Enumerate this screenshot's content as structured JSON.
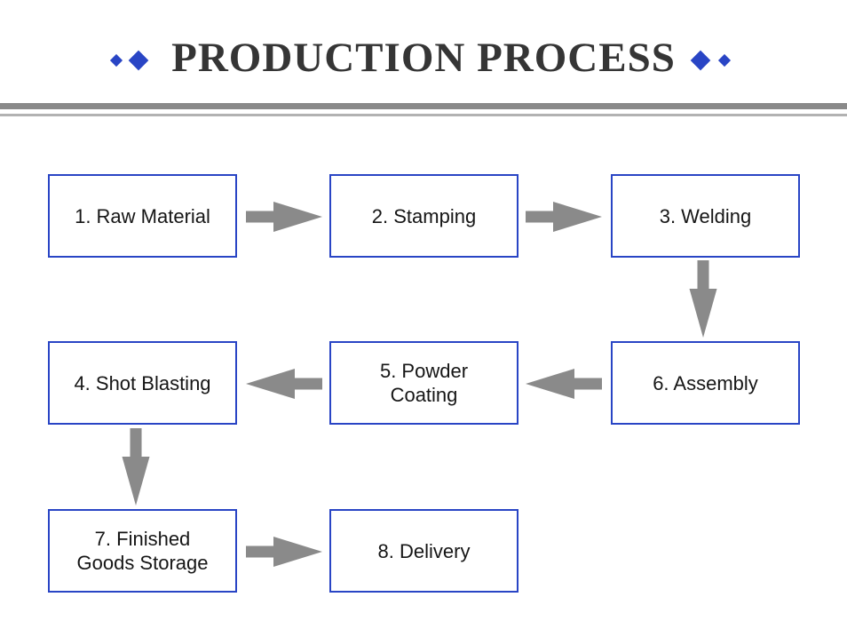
{
  "slide": {
    "title": "PRODUCTION PROCESS",
    "decorations": {
      "left_diamonds": [
        "small",
        "large"
      ],
      "right_diamonds": [
        "large",
        "small"
      ]
    }
  },
  "colors": {
    "accent_blue": "#2945C5",
    "arrow_gray": "#8A8A8A",
    "divider_gray": "#8A8A8A",
    "divider_light_gray": "#B2B2B2",
    "title_text": "#353535",
    "box_text": "#161616"
  },
  "flowchart": {
    "boxes": [
      {
        "id": "1",
        "label": "1. Raw Material"
      },
      {
        "id": "2",
        "label": "2. Stamping"
      },
      {
        "id": "3",
        "label": "3. Welding"
      },
      {
        "id": "4",
        "label": "4. Shot Blasting"
      },
      {
        "id": "5",
        "label": "5. Powder\nCoating"
      },
      {
        "id": "6",
        "label": "6. Assembly"
      },
      {
        "id": "7",
        "label": "7. Finished\nGoods Storage"
      },
      {
        "id": "8",
        "label": "8. Delivery"
      }
    ],
    "connections": [
      {
        "from": "1",
        "to": "2",
        "direction": "right"
      },
      {
        "from": "2",
        "to": "3",
        "direction": "right"
      },
      {
        "from": "3",
        "to": "6",
        "direction": "down"
      },
      {
        "from": "6",
        "to": "5",
        "direction": "left"
      },
      {
        "from": "5",
        "to": "4",
        "direction": "left"
      },
      {
        "from": "4",
        "to": "7",
        "direction": "down"
      },
      {
        "from": "7",
        "to": "8",
        "direction": "right"
      }
    ]
  }
}
